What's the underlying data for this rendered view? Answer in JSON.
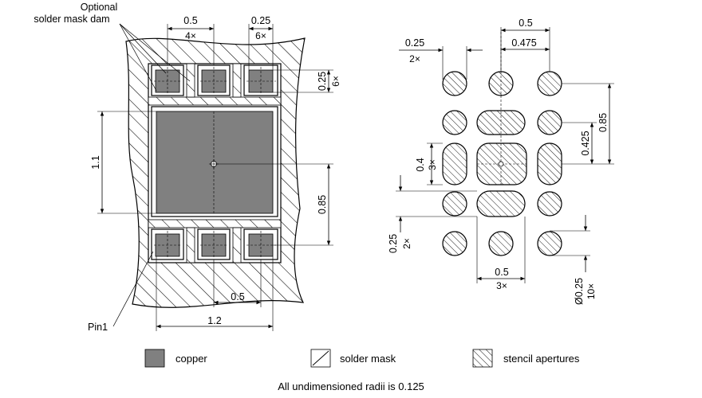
{
  "callouts": {
    "optional_line1": "Optional",
    "optional_line2": "solder mask dam",
    "pin1": "Pin1"
  },
  "left_dims": {
    "pad_pitch": "0.5",
    "pad_pitch_count": "4×",
    "pad_width": "0.25",
    "pad_width_count": "6×",
    "pad_height": "0.25",
    "pad_height_count": "6×",
    "center_height": "1.1",
    "center_offset": "0.85",
    "bottom_pitch": "0.5",
    "overall_width": "1.2"
  },
  "right_dims": {
    "pitch_top": "0.5",
    "offset_top": "0.475",
    "dia_left": "0.25",
    "dia_left_count": "2×",
    "height_right": "0.85",
    "offset_right": "0.425",
    "oval_height": "0.4",
    "oval_height_count": "3×",
    "bottom_dia": "0.25",
    "bottom_dia_count": "2×",
    "bottom_pitch": "0.5",
    "bottom_pitch_count": "3×",
    "circle_dia": "Ø0.25",
    "circle_dia_count": "10×"
  },
  "legend": {
    "copper": "copper",
    "solder_mask": "solder mask",
    "stencil": "stencil apertures"
  },
  "colors": {
    "copper": "#808080",
    "line": "#000000",
    "background": "#ffffff"
  },
  "footnote": "All undimensioned radii is 0.125"
}
